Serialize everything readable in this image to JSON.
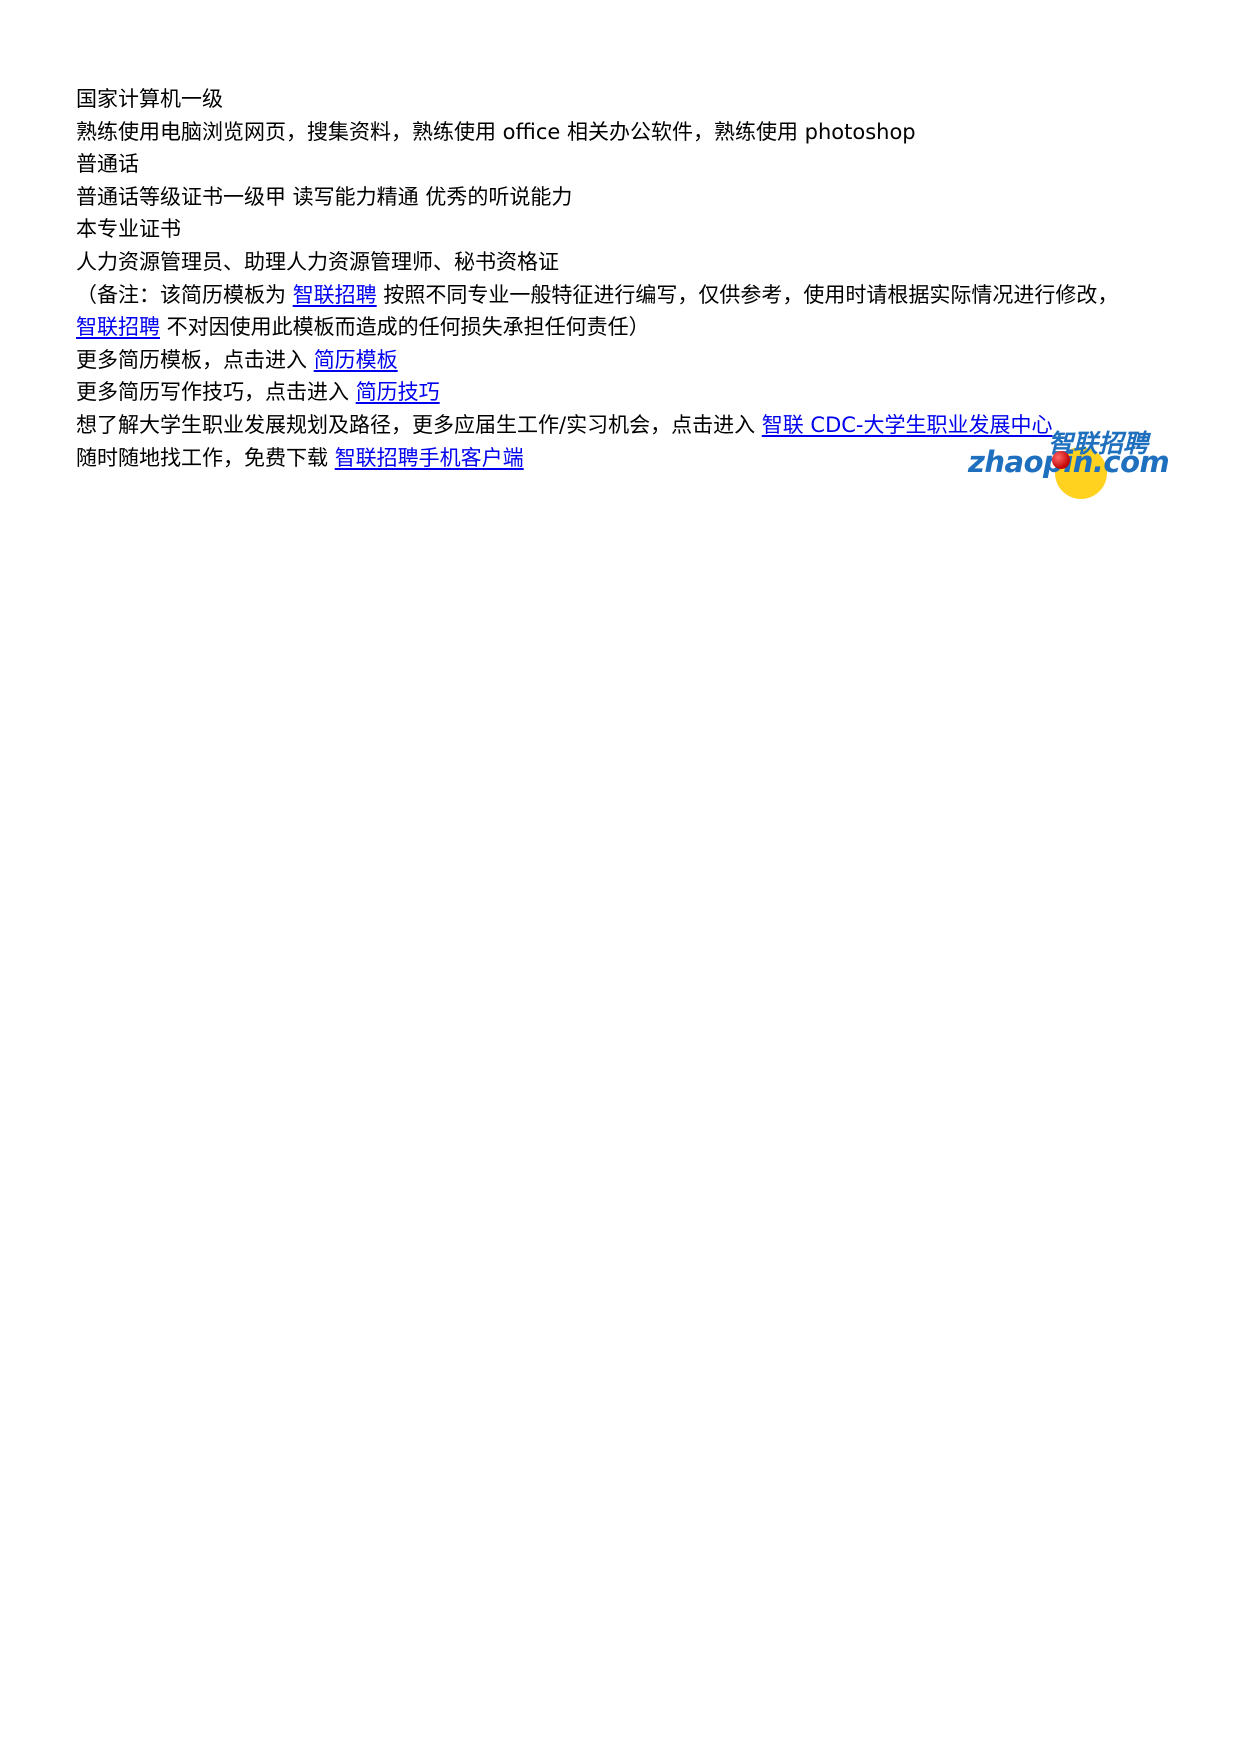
{
  "lines": {
    "l1": "国家计算机一级",
    "l2": "熟练使用电脑浏览网页，搜集资料，熟练使用 office 相关办公软件，熟练使用 photoshop",
    "l3": "普通话",
    "l4": "普通话等级证书一级甲  读写能力精通  优秀的听说能力",
    "l5": "本专业证书",
    "l6": "人力资源管理员、助理人力资源管理师、秘书资格证"
  },
  "note": {
    "prefix": "（备注：该简历模板为 ",
    "link1": "智联招聘",
    "middle": " 按照不同专业一般特征进行编写，仅供参考，使用时请根据实际情况进行修改，",
    "link2": "智联招聘",
    "suffix": " 不对因使用此模板而造成的任何损失承担任何责任）"
  },
  "more_templates": {
    "text": "更多简历模板，点击进入 ",
    "link": "简历模板"
  },
  "more_tips": {
    "text": "更多简历写作技巧，点击进入 ",
    "link": "简历技巧"
  },
  "career": {
    "text": "想了解大学生职业发展规划及路径，更多应届生工作/实习机会，点击进入 ",
    "link": "智联 CDC-大学生职业发展中心"
  },
  "mobile": {
    "text": "随时随地找工作，免费下载 ",
    "link": "智联招聘手机客户端"
  },
  "logo": {
    "cn": "智联招聘",
    "en": "zhaopin.com"
  },
  "colors": {
    "link": "#0000ee",
    "logo_blue": "#1f6fbf",
    "logo_yellow": "#ffd21f",
    "logo_red": "#c00000"
  }
}
